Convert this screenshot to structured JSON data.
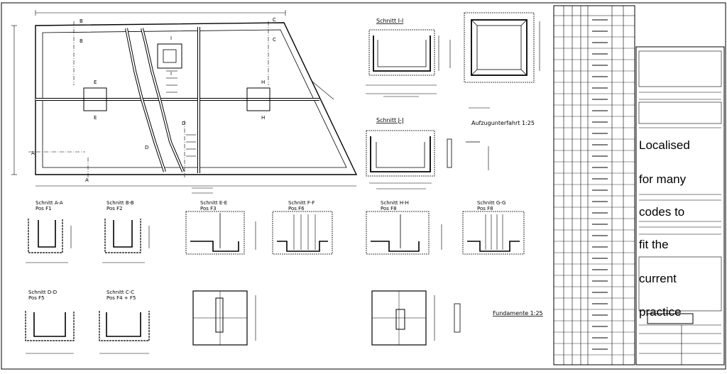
{
  "drawing": {
    "section_titles": {
      "schnitt_ii": "Schnitt I-I",
      "schnitt_jj": "Schnitt J-J",
      "aufzug": "Aufzugunterfahrt 1:25",
      "fundamente": "Fundamente 1:25"
    },
    "small_sections": [
      {
        "title": "Schnitt A-A",
        "pos": "Pos F1"
      },
      {
        "title": "Schnitt B-B",
        "pos": "Pos F2"
      },
      {
        "title": "Schnitt E-E",
        "pos": "Pos F3"
      },
      {
        "title": "Schnitt F-F",
        "pos": "Pos F6"
      },
      {
        "title": "Schnitt H-H",
        "pos": "Pos F8"
      },
      {
        "title": "Schnitt G-G",
        "pos": "Pos F8"
      },
      {
        "title": "Schnitt D-D",
        "pos": "Pos F5"
      },
      {
        "title": "Schnitt C-C",
        "pos": "Pos F4 + F5"
      }
    ],
    "plan_markers": [
      "A",
      "A",
      "B",
      "B",
      "C",
      "C",
      "D",
      "D",
      "E",
      "E",
      "H",
      "H",
      "I",
      "I"
    ]
  },
  "overlay_lines": [
    "Localised",
    "for many",
    "codes to",
    "fit the",
    "current",
    "practice"
  ]
}
